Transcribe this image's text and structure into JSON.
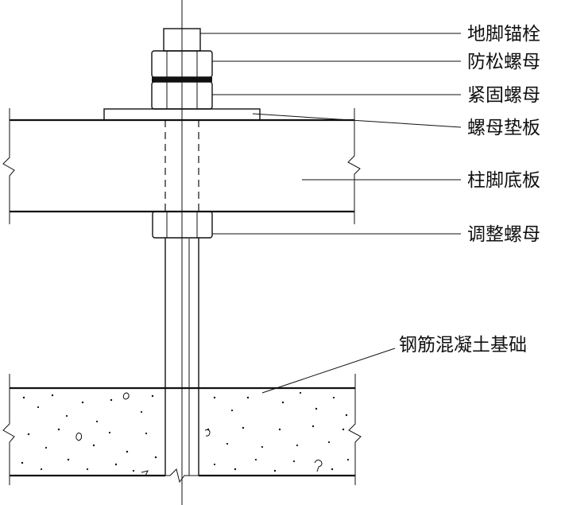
{
  "labels": {
    "anchor_bolt": "地脚锚栓",
    "lock_nut": "防松螺母",
    "fastening_nut": "紧固螺母",
    "nut_washer_plate": "螺母垫板",
    "column_base_plate": "柱脚底板",
    "adjusting_nut": "调整螺母",
    "rc_foundation": "钢筋混凝土基础"
  }
}
